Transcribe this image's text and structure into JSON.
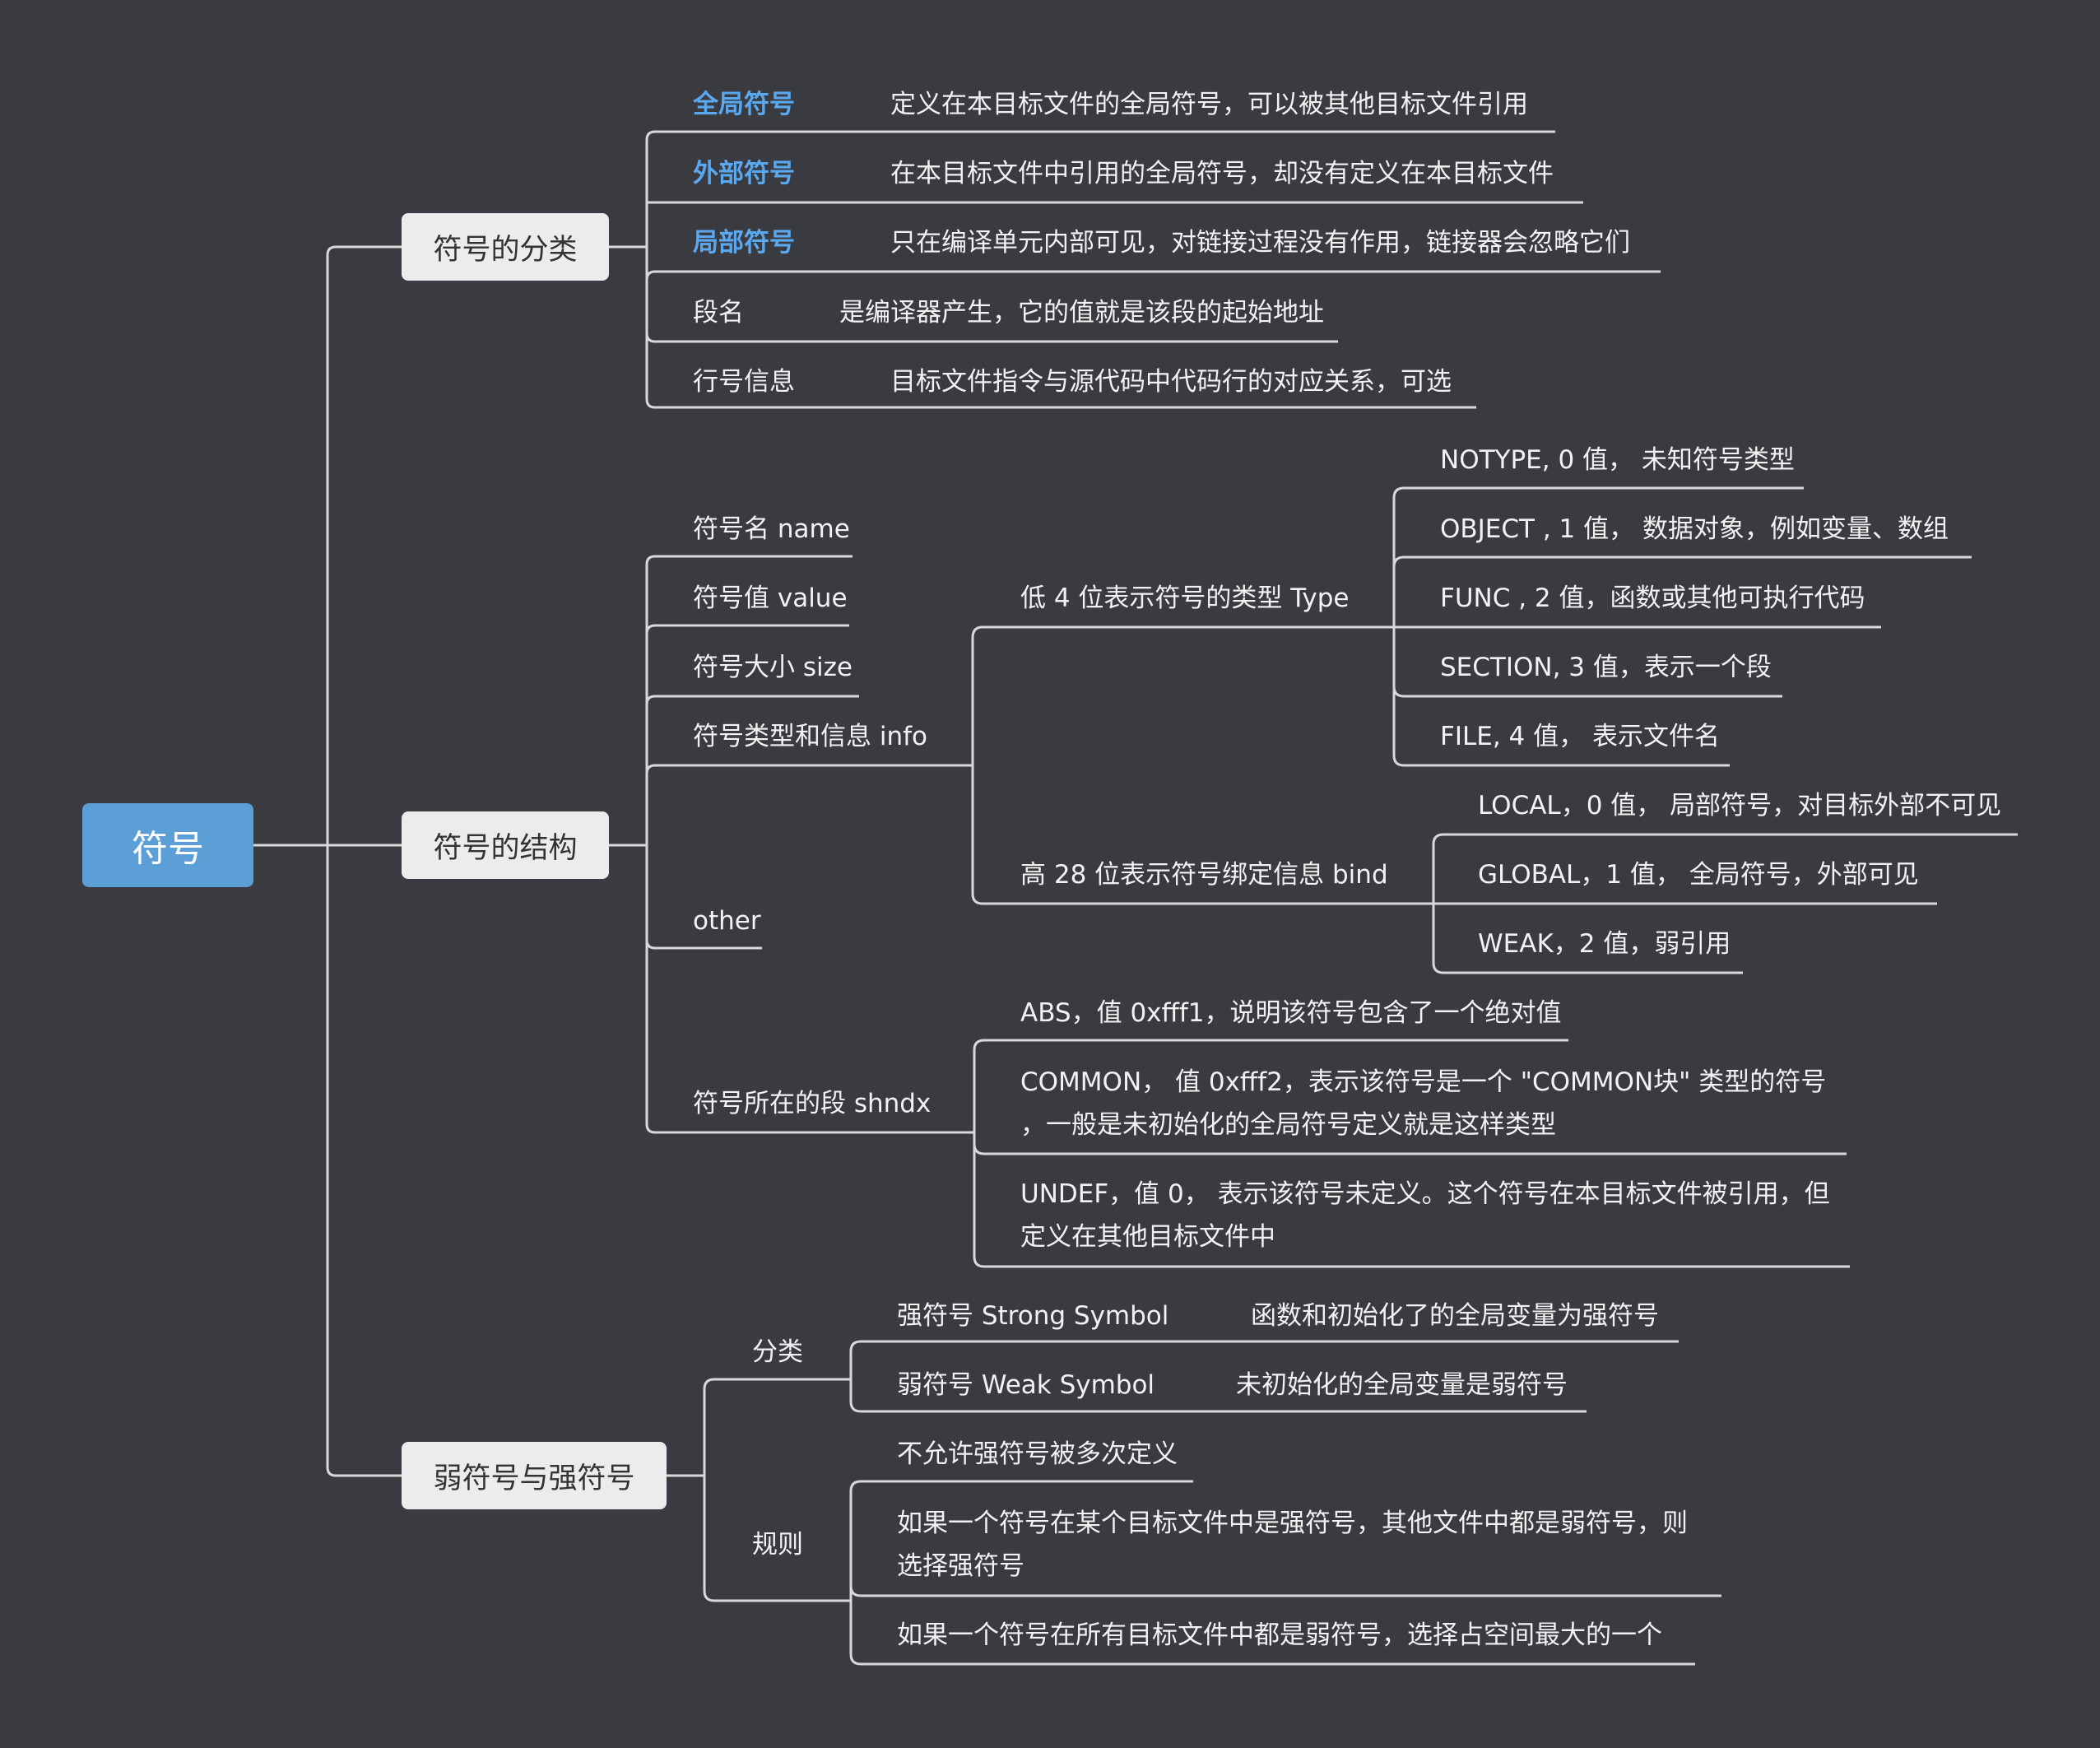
{
  "root": {
    "label": "符号"
  },
  "classification": {
    "label": "符号的分类",
    "items": [
      {
        "term": "全局符号",
        "desc": "定义在本目标文件的全局符号，可以被其他目标文件引用"
      },
      {
        "term": "外部符号",
        "desc": "在本目标文件中引用的全局符号，却没有定义在本目标文件"
      },
      {
        "term": "局部符号",
        "desc": "只在编译单元内部可见，对链接过程没有作用，链接器会忽略它们"
      },
      {
        "term": "段名",
        "desc": "是编译器产生，它的值就是该段的起始地址"
      },
      {
        "term": "行号信息",
        "desc": "目标文件指令与源代码中代码行的对应关系，可选"
      }
    ]
  },
  "structure": {
    "label": "符号的结构",
    "fields": {
      "name": "符号名 name",
      "value": "符号值 value",
      "size": "符号大小 size",
      "info": "符号类型和信息 info",
      "other": "other",
      "shndx": "符号所在的段 shndx"
    },
    "type": {
      "label": "低 4 位表示符号的类型 Type",
      "items": [
        "NOTYPE, 0 值，  未知符号类型",
        "OBJECT , 1 值，  数据对象，例如变量、数组",
        "FUNC , 2 值，函数或其他可执行代码",
        "SECTION, 3 值，表示一个段",
        "FILE, 4 值，  表示文件名"
      ]
    },
    "bind": {
      "label": "高 28 位表示符号绑定信息 bind",
      "items": [
        "LOCAL，0 值，  局部符号，对目标外部不可见",
        "GLOBAL，1 值，  全局符号，外部可见",
        "WEAK，2 值，弱引用"
      ]
    },
    "shndx_items": {
      "abs": "ABS，值 0xfff1，说明该符号包含了一个绝对值",
      "common_line1": "COMMON，  值 0xfff2，表示该符号是一个 \"COMMON块\" 类型的符号",
      "common_line2": "，一般是未初始化的全局符号定义就是这样类型",
      "undef_line1": "UNDEF，值 0，  表示该符号未定义。这个符号在本目标文件被引用，但",
      "undef_line2": "定义在其他目标文件中"
    }
  },
  "weak_strong": {
    "label": "弱符号与强符号",
    "category": {
      "label": "分类",
      "strong_term": "强符号 Strong Symbol",
      "strong_desc": "函数和初始化了的全局变量为强符号",
      "weak_term": "弱符号 Weak Symbol",
      "weak_desc": "未初始化的全局变量是弱符号"
    },
    "rules": {
      "label": "规则",
      "rule1": "不允许强符号被多次定义",
      "rule2_line1": "如果一个符号在某个目标文件中是强符号，其他文件中都是弱符号，则",
      "rule2_line2": "选择强符号",
      "rule3": "如果一个符号在所有目标文件中都是弱符号，选择占空间最大的一个"
    }
  },
  "colors": {
    "background": "#3a3b40",
    "root_fill": "#5b9fd6",
    "branch_fill": "#ececec",
    "highlight_text": "#5aa9f0",
    "line": "#d8d8d8"
  }
}
